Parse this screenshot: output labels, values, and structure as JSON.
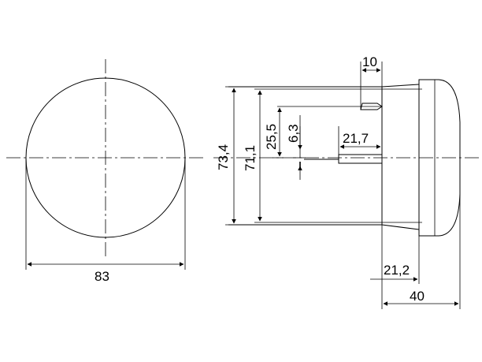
{
  "dimensions": {
    "front_diameter": "83",
    "side_depth_top": "10",
    "side_outer_height": "73,4",
    "side_inner_height": "71,1",
    "pin_offset_upper": "25,5",
    "pin_offset_lower": "6,3",
    "connector_length": "21,7",
    "rear_body_depth": "21,2",
    "overall_depth": "40"
  }
}
